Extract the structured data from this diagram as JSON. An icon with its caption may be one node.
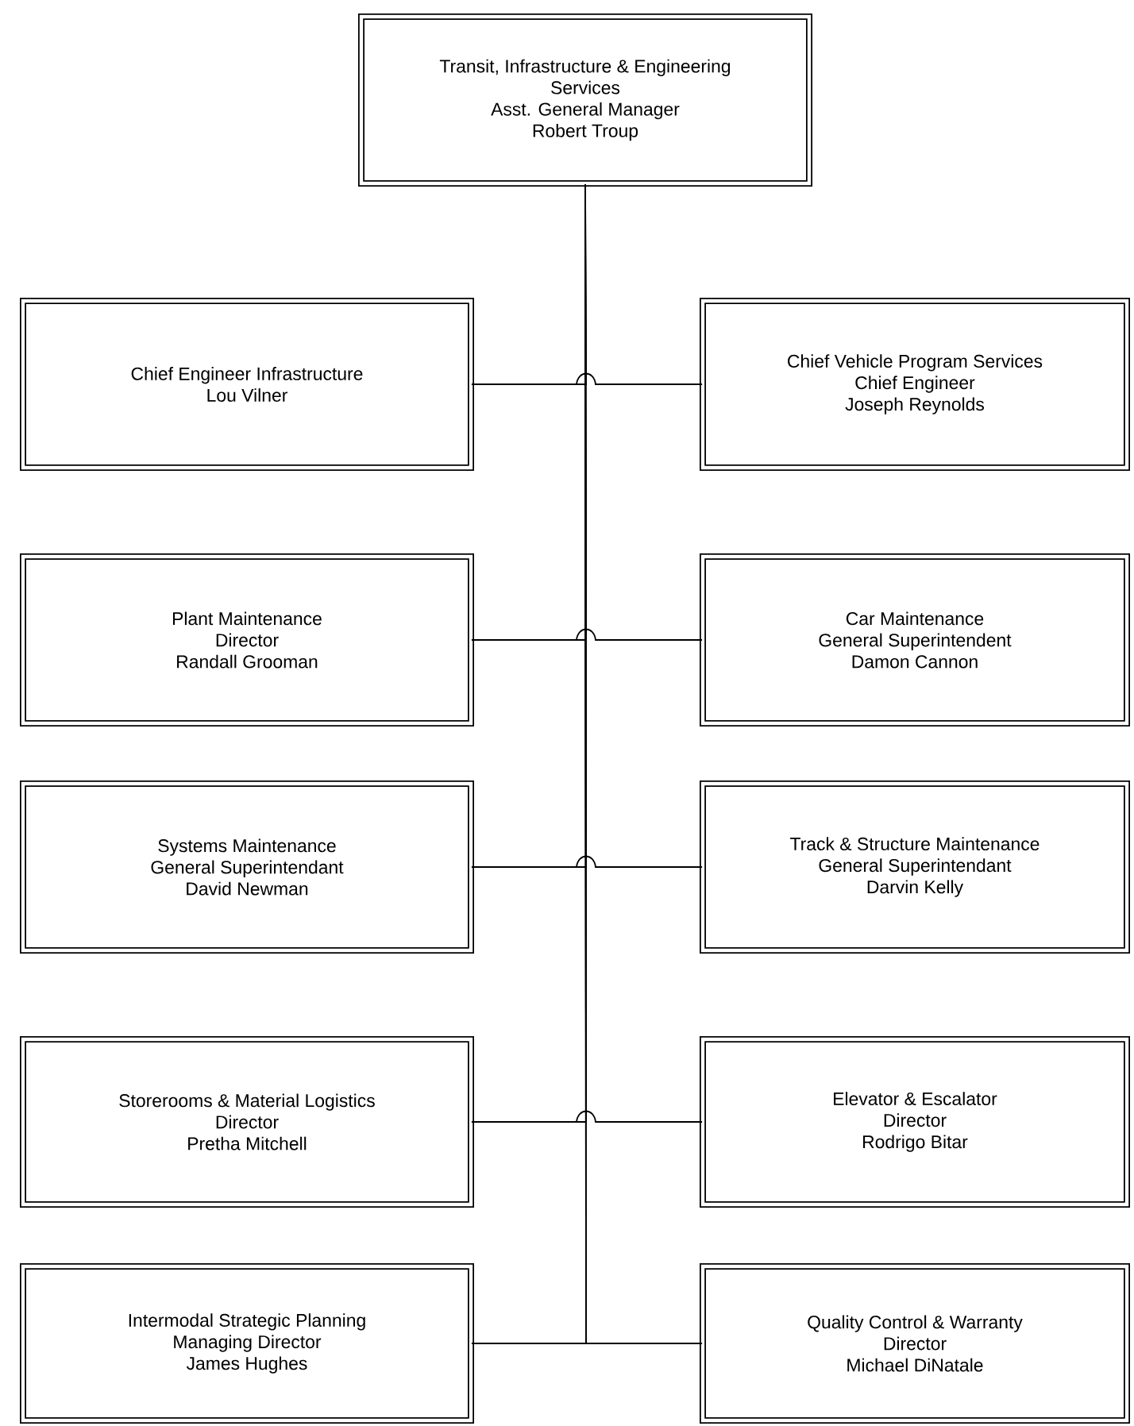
{
  "diagram": {
    "nodes": [
      {
        "text": [
          "Transit, Infrastructure & Engineering Services",
          "Asst. General Manager",
          "Robert  Troup"
        ]
      },
      {
        "text": [
          "Chief Engineer Infrastructure",
          "Lou Vilner"
        ]
      },
      {
        "text": [
          "Chief Vehicle Program Services",
          "Chief Engineer",
          "Joseph Reynolds"
        ]
      },
      {
        "text": [
          "Plant Maintenance",
          "Director",
          "Randall Grooman"
        ]
      },
      {
        "text": [
          "Car Maintenance",
          "General Superintendent",
          "Damon Cannon"
        ]
      },
      {
        "text": [
          "Systems Maintenance",
          "General Superintendant",
          "David Newman"
        ]
      },
      {
        "text": [
          "Track & Structure Maintenance",
          "General Superintendant",
          "Darvin Kelly"
        ]
      },
      {
        "text": [
          "Storerooms & Material Logistics",
          "Director",
          "Pretha Mitchell"
        ]
      },
      {
        "text": [
          "Elevator & Escalator",
          "Director",
          "Rodrigo Bitar"
        ]
      },
      {
        "text": [
          "Intermodal Strategic Planning",
          "Managing Director",
          "James Hughes"
        ]
      },
      {
        "text": [
          "Quality Control & Warranty",
          "Director",
          "Michael DiNatale"
        ]
      }
    ],
    "edges": [
      {
        "from": 0,
        "to": 1,
        "arrow": "none"
      },
      {
        "from": 0,
        "to": 2,
        "arrow": "none"
      },
      {
        "from": 0,
        "to": 3,
        "arrow": "none"
      },
      {
        "from": 0,
        "to": 4,
        "arrow": "none"
      },
      {
        "from": 0,
        "to": 5,
        "arrow": "none"
      },
      {
        "from": 0,
        "to": 6,
        "arrow": "none"
      },
      {
        "from": 0,
        "to": 7,
        "arrow": "none"
      },
      {
        "from": 0,
        "to": 8,
        "arrow": "none"
      },
      {
        "from": 0,
        "to": 9,
        "arrow": "none"
      },
      {
        "from": 0,
        "to": 10,
        "arrow": "none"
      }
    ]
  }
}
